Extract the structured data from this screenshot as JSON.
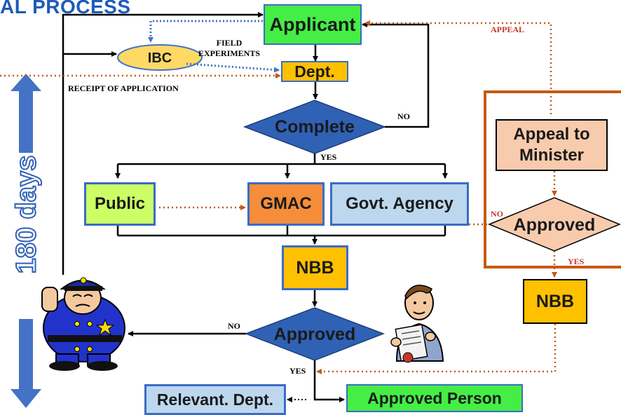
{
  "title": "AL PROCESS",
  "side_label": "180 days",
  "nodes": {
    "applicant": "Applicant",
    "ibc": "IBC",
    "dept": "Dept.",
    "complete": "Complete",
    "public": "Public",
    "gmac": "GMAC",
    "govt_agency": "Govt. Agency",
    "nbb_main": "NBB",
    "approved_main": "Approved",
    "relevant_dept": "Relevant. Dept.",
    "approved_person": "Approved Person",
    "appeal_to_minister": "Appeal to Minister",
    "approved_appeal": "Approved",
    "nbb_appeal": "NBB"
  },
  "labels": {
    "field_experiments": "FIELD\nEXPERIMENTS",
    "receipt_of_application": "RECEIPT OF APPLICATION",
    "appeal": "APPEAL",
    "no_complete": "NO",
    "yes_complete": "YES",
    "no_appeal": "NO",
    "yes_appeal": "YES",
    "no_main": "NO",
    "yes_main": "YES"
  },
  "colors": {
    "applicant": "#44ee44",
    "ibc": "#ffd966",
    "dept": "#ffc000",
    "diamond_blue": "#2f61b5",
    "public": "#ccff66",
    "gmac": "#f58d3a",
    "govt_agency": "#bdd7ee",
    "nbb": "#ffc000",
    "relevant_dept": "#bdd7ee",
    "approved_person": "#44ee44",
    "appeal_box": "#f8cbad",
    "appeal_border": "#c55a11",
    "arrow_red_dotted": "#c55a11",
    "arrow_blue_dotted": "#4472c4",
    "big_arrow": "#4472c4"
  }
}
